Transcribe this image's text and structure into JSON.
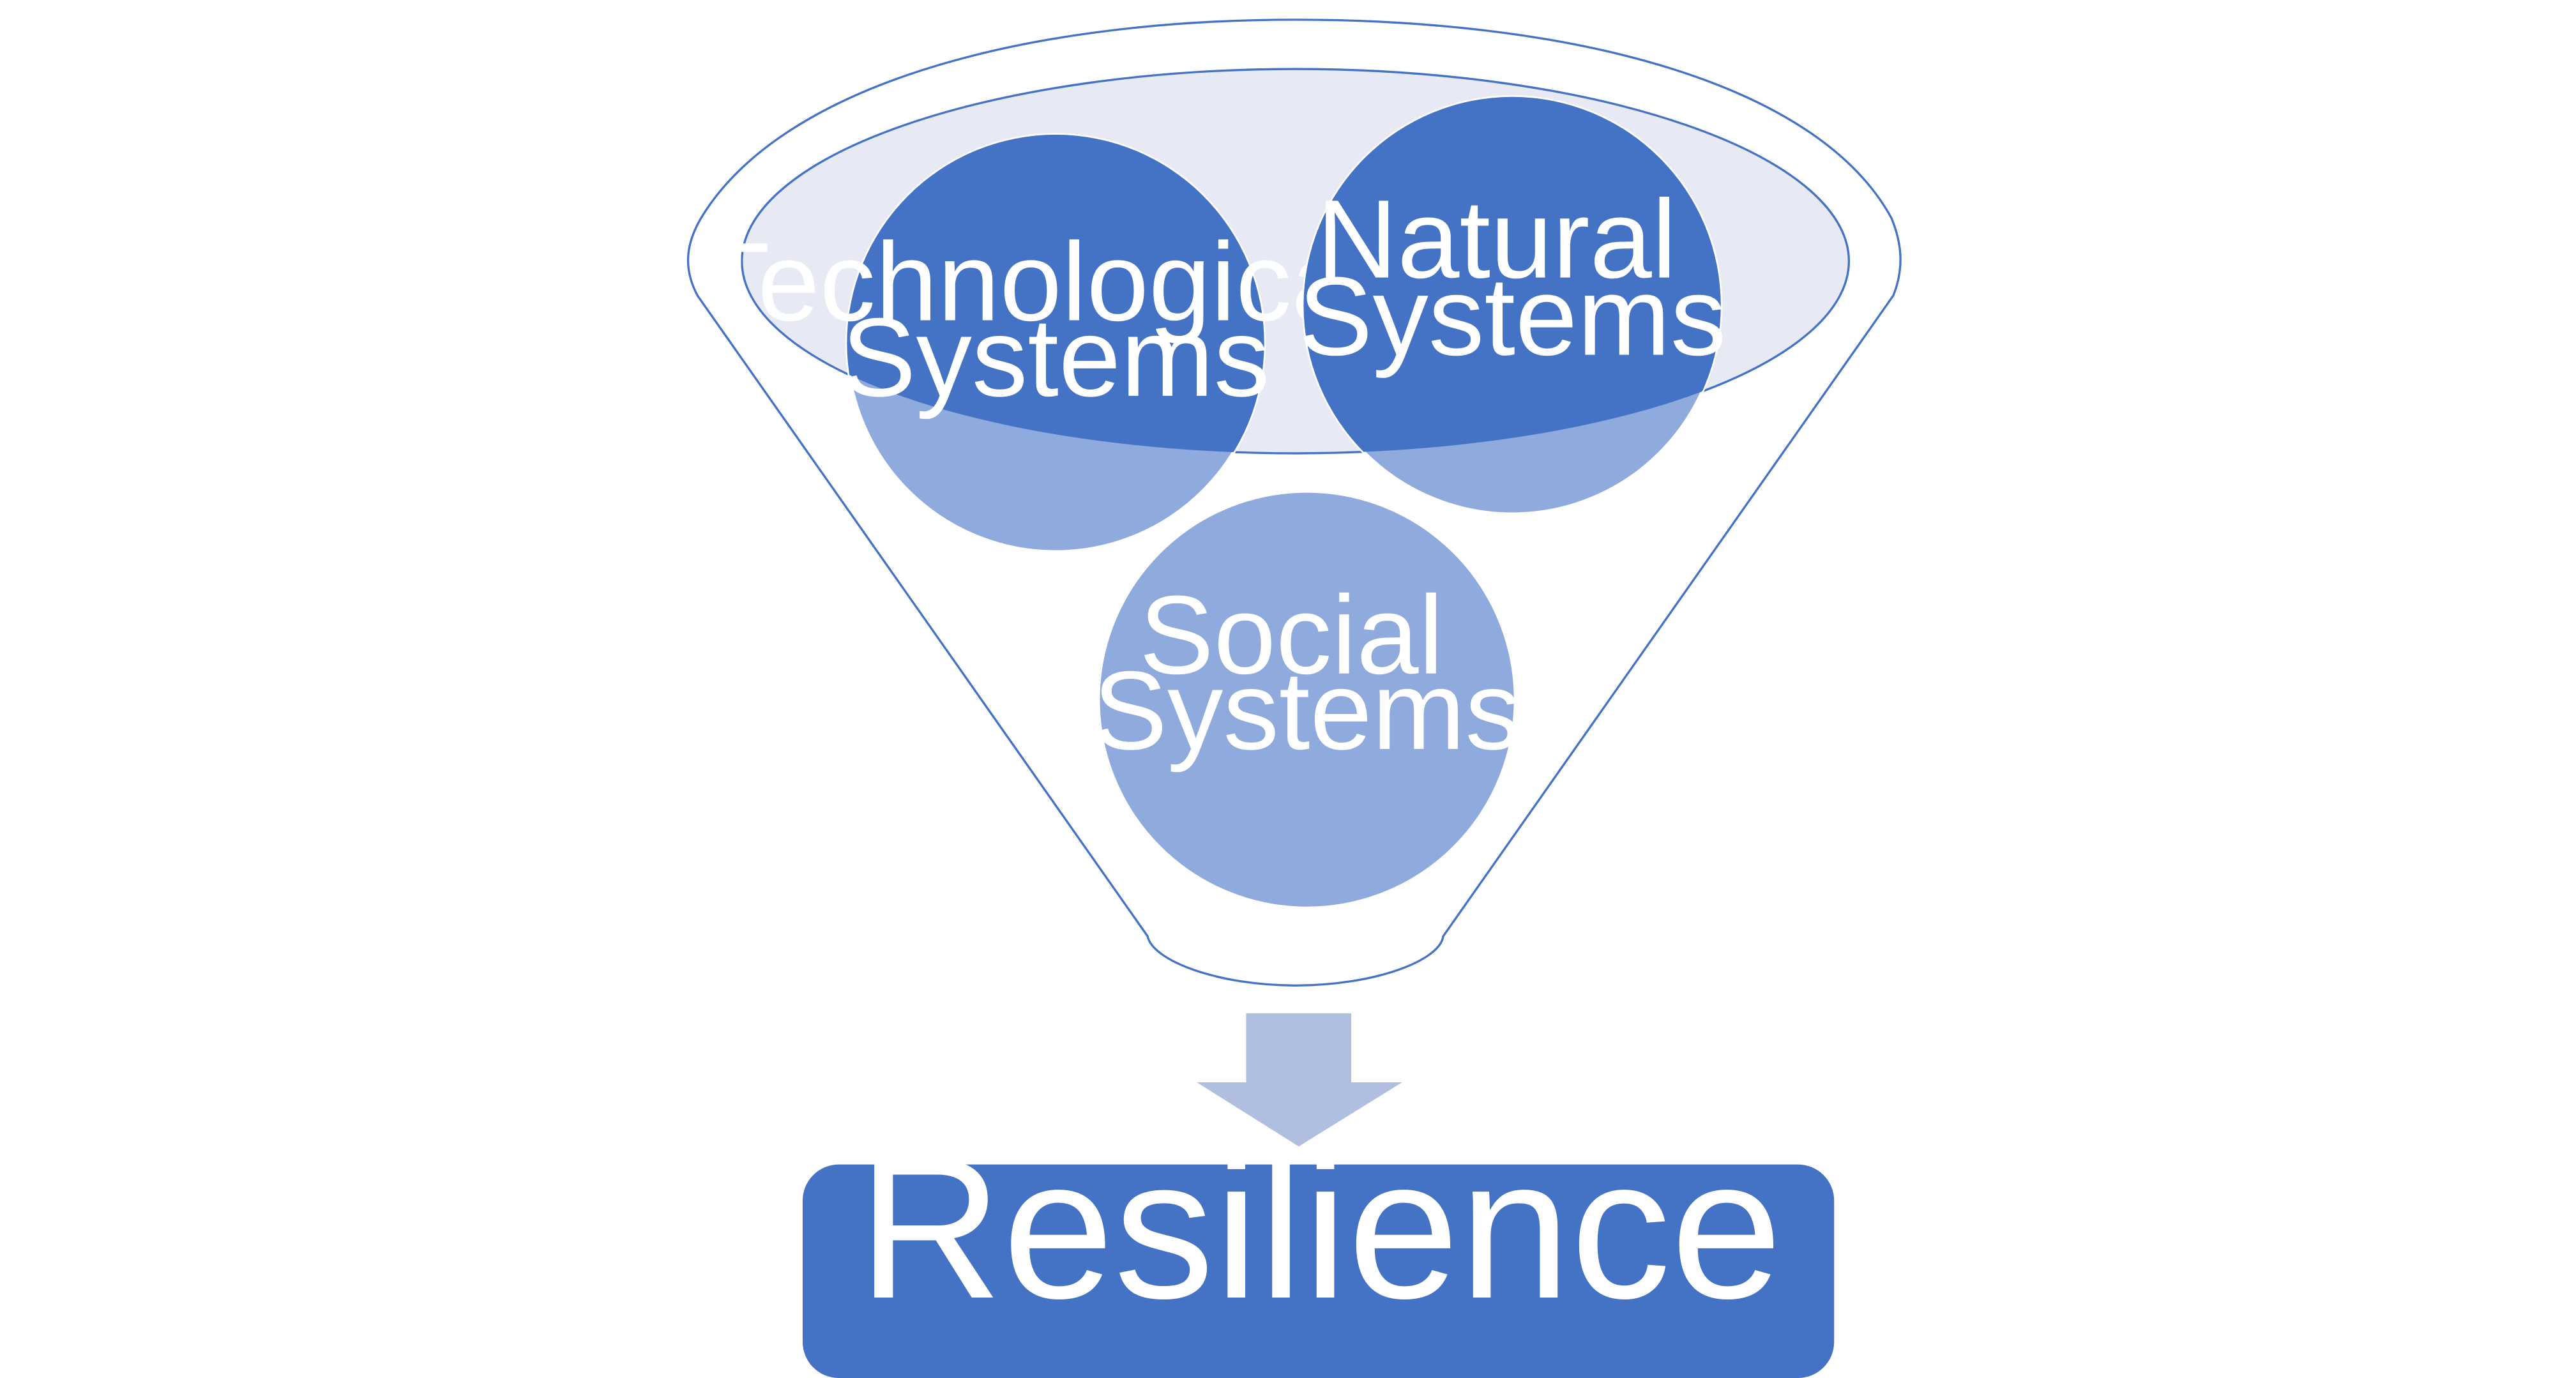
{
  "colors": {
    "dark_blue": "#4472c4",
    "light_blue": "#8faadc",
    "funnel_fill": "#e7e9f4",
    "funnel_line": "#4472c4",
    "arrow": "#b0bfe0",
    "text": "#ffffff"
  },
  "circles": [
    {
      "id": "technological",
      "lines": [
        "Technological",
        "Systems"
      ]
    },
    {
      "id": "natural",
      "lines": [
        "Natural",
        "Systems"
      ]
    },
    {
      "id": "social",
      "lines": [
        "Social",
        "Systems"
      ]
    }
  ],
  "result": {
    "label": "Resilience"
  }
}
